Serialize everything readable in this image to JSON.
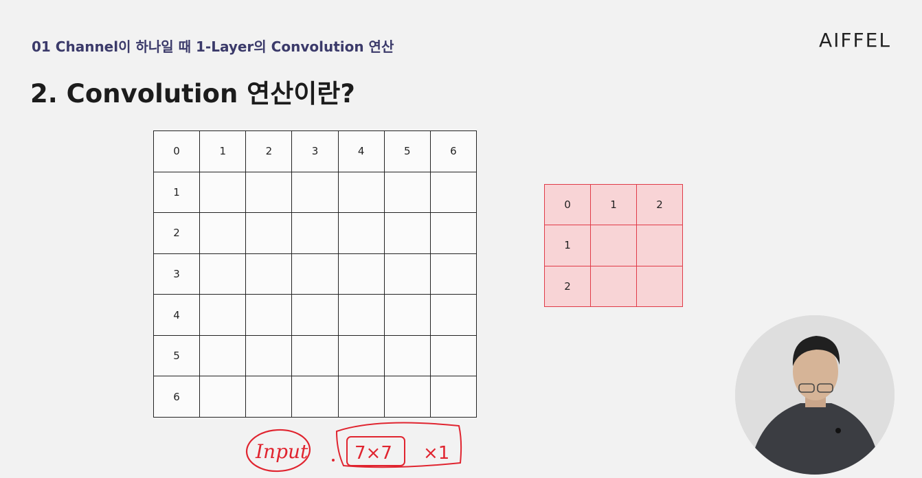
{
  "header": {
    "subtitle": "01 Channel이 하나일 때 1-Layer의 Convolution 연산",
    "logo": "AIFFEL",
    "title": "2. Convolution 연산이란?"
  },
  "input_grid": {
    "header_row": [
      "0",
      "1",
      "2",
      "3",
      "4",
      "5",
      "6"
    ],
    "row_labels": [
      "1",
      "2",
      "3",
      "4",
      "5",
      "6"
    ]
  },
  "kernel_grid": {
    "header_row": [
      "0",
      "1",
      "2"
    ],
    "row_labels": [
      "1",
      "2"
    ]
  },
  "annotation": {
    "input_word": "Input",
    "size": "7×7",
    "channels": "×1"
  },
  "colors": {
    "subtitle": "#3b3a6a",
    "kernel_fill": "#f8d4d6",
    "kernel_border": "#e03a47",
    "handwriting": "#e0242f"
  }
}
